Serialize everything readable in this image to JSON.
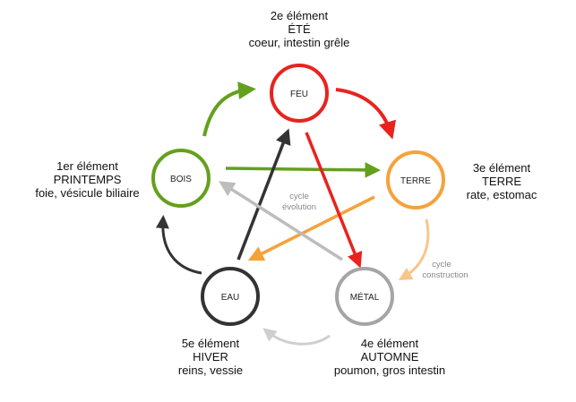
{
  "colors": {
    "fire": "#e8231e",
    "earth": "#f5a23c",
    "metal": "#a5a5a5",
    "water": "#333333",
    "wood": "#64a01e",
    "earth_light": "#f8c58a",
    "metal_light": "#cfcfcf"
  },
  "nodes": {
    "feu": "FEU",
    "terre": "TERRE",
    "metal": "MÉTAL",
    "eau": "EAU",
    "bois": "BOIS"
  },
  "labels": {
    "feu": {
      "line1": "2e élément",
      "line2": "ÉTÉ",
      "line3": "coeur, intestin grêle"
    },
    "terre": {
      "line1": "3e élément",
      "line2": "TERRE",
      "line3": "rate, estomac"
    },
    "metal": {
      "line1": "4e élément",
      "line2": "AUTOMNE",
      "line3": "poumon, gros intestin"
    },
    "eau": {
      "line1": "5e élément",
      "line2": "HIVER",
      "line3": "reins, vessie"
    },
    "bois": {
      "line1": "1er élément",
      "line2": "PRINTEMPS",
      "line3": "foie, vésicule biliaire"
    }
  },
  "cycles": {
    "evolution": {
      "line1": "cycle",
      "line2": "évolution"
    },
    "construction": {
      "line1": "cycle",
      "line2": "construction"
    }
  }
}
